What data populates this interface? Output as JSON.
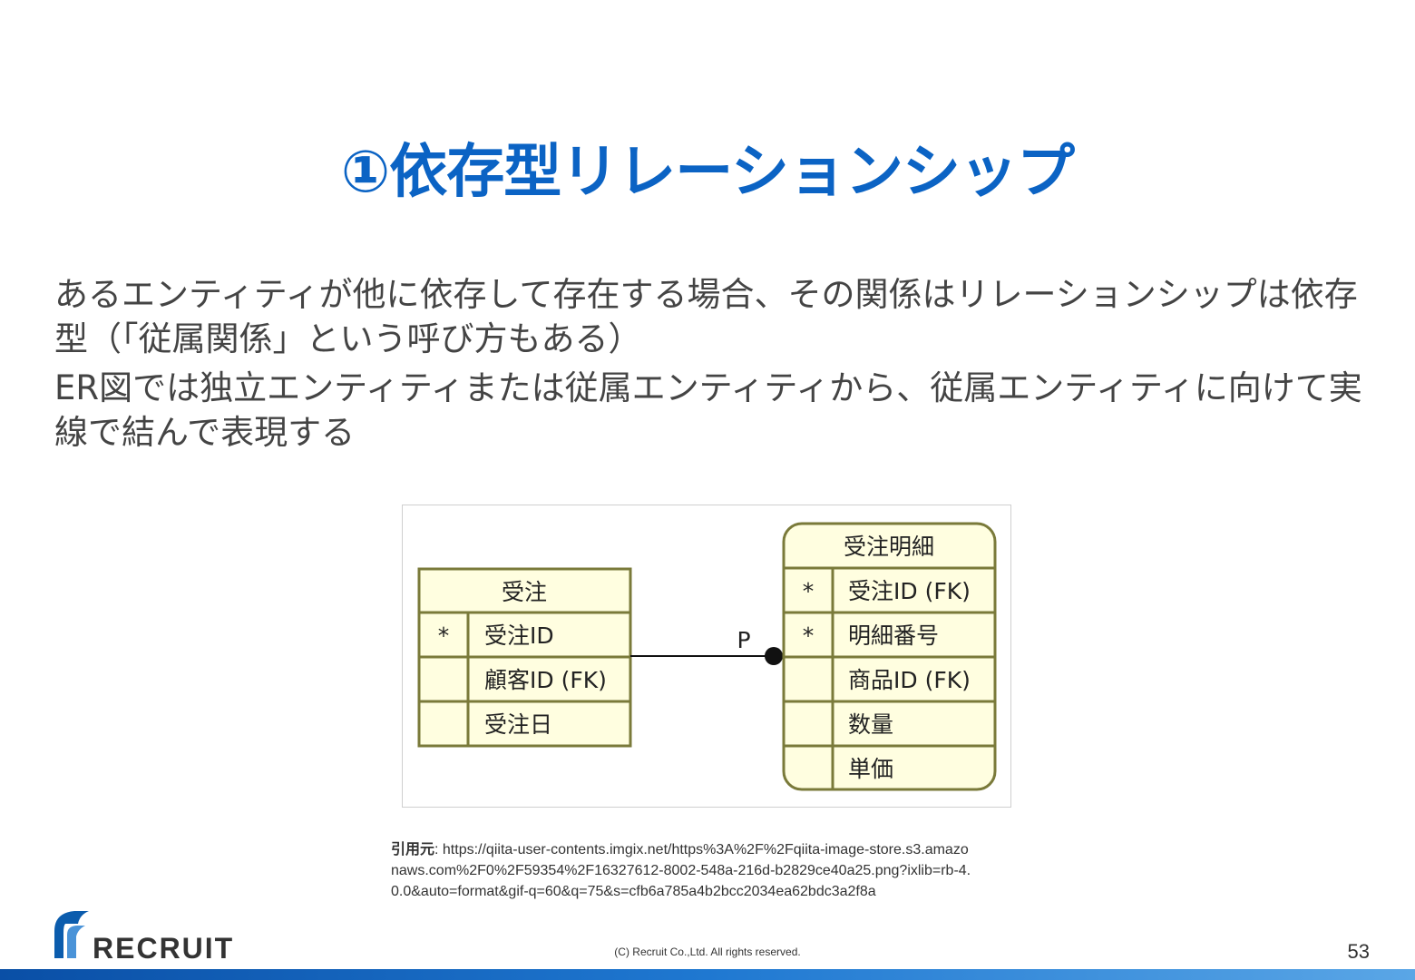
{
  "slide": {
    "title": "①依存型リレーションシップ",
    "paragraphs": [
      "あるエンティティが他に依存して存在する場合、その関係はリレーションシップは依存型（「従属関係」という呼び方もある）",
      "ER図では独立エンティティまたは従属エンティティから、従属エンティティに向けて実線で結んで表現する"
    ],
    "citation_label": "引用元",
    "citation_url": ": https://qiita-user-contents.imgix.net/https%3A%2F%2Fqiita-image-store.s3.amazonaws.com%2F0%2F59354%2F16327612-8002-548a-216d-b2829ce40a25.png?ixlib=rb-4.0.0&auto=format&gif-q=60&q=75&s=cfb6a785a4b2bcc2034ea62bdc3a2f8a",
    "logo_text": "RECRUIT",
    "copyright": "(C) Recruit Co.,Ltd. All rights reserved.",
    "page_number": "53"
  },
  "diagram": {
    "entity_fill": "#fffee0",
    "entity_stroke": "#7a7a3a",
    "parent": {
      "name": "受注",
      "attributes": [
        {
          "key": "*",
          "name": "受注ID"
        },
        {
          "key": "",
          "name": "顧客ID (FK)"
        },
        {
          "key": "",
          "name": "受注日"
        }
      ]
    },
    "child": {
      "name": "受注明細",
      "attributes": [
        {
          "key": "*",
          "name": "受注ID (FK)"
        },
        {
          "key": "*",
          "name": "明細番号"
        },
        {
          "key": "",
          "name": "商品ID (FK)"
        },
        {
          "key": "",
          "name": "数量"
        },
        {
          "key": "",
          "name": "単価"
        }
      ]
    },
    "relationship_label": "P"
  },
  "colors": {
    "title": "#0b63c4",
    "body_text": "#444444",
    "logo_blue": "#0b5cad"
  }
}
